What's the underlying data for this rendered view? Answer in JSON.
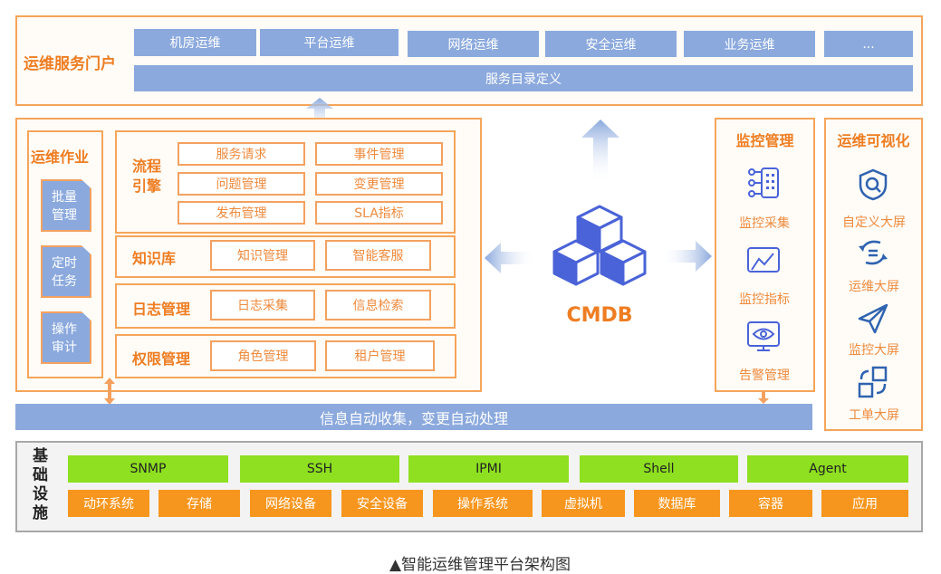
{
  "portal": {
    "title": "运维服务门户",
    "tabs": [
      "机房运维",
      "平台运维",
      "网络运维",
      "安全运维",
      "业务运维",
      "..."
    ],
    "catalog": "服务目录定义"
  },
  "ops_job": {
    "title": "运维作业",
    "tiles": [
      "批量\n管理",
      "定时\n任务",
      "操作\n审计"
    ]
  },
  "flow": {
    "title": "流程引擎",
    "items": [
      "服务请求",
      "事件管理",
      "问题管理",
      "变更管理",
      "发布管理",
      "SLA指标"
    ]
  },
  "knowledge": {
    "title": "知识库",
    "items": [
      "知识管理",
      "智能客服"
    ]
  },
  "log": {
    "title": "日志管理",
    "items": [
      "日志采集",
      "信息检索"
    ]
  },
  "perm": {
    "title": "权限管理",
    "items": [
      "角色管理",
      "租户管理"
    ]
  },
  "bus": "信息自动收集，变更自动处理",
  "cmdb": "CMDB",
  "monitor": {
    "title": "监控管理",
    "items": [
      "监控采集",
      "监控指标",
      "告警管理"
    ]
  },
  "visual": {
    "title": "运维可视化",
    "items": [
      "自定义大屏",
      "运维大屏",
      "监控大屏",
      "工单大屏"
    ]
  },
  "infra": {
    "title": "基础设施",
    "protocols": [
      "SNMP",
      "SSH",
      "IPMI",
      "Shell",
      "Agent"
    ],
    "resources": [
      "动环系统",
      "存储",
      "网络设备",
      "安全设备",
      "操作系统",
      "虚拟机",
      "数据库",
      "容器",
      "应用"
    ]
  },
  "caption": "▲智能运维管理平台架构图",
  "colors": {
    "orange": "#ee7d22",
    "blue": "#8ba9dd",
    "green": "#8ee020",
    "resource": "#f7961e"
  }
}
